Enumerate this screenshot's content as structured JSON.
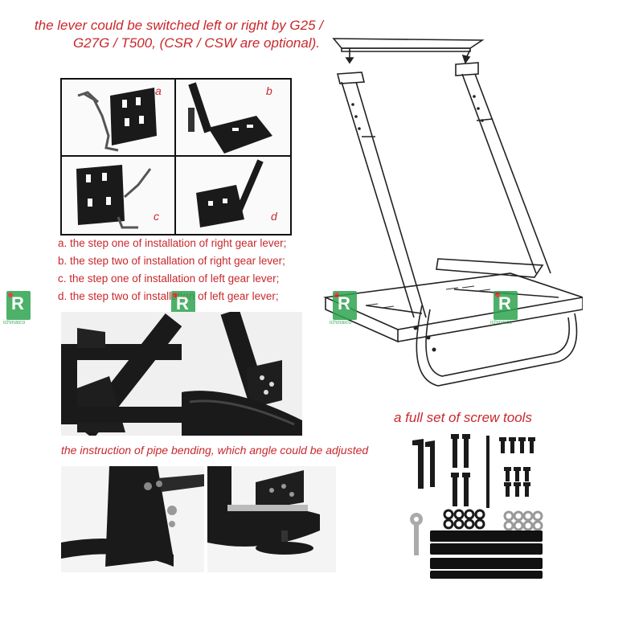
{
  "header": {
    "line1": "the lever could be switched left or right by G25 /",
    "line2": "G27G / T500, (CSR / CSW are optional)."
  },
  "panel_labels": [
    "a",
    "b",
    "c",
    "d"
  ],
  "steps": [
    "a. the step one of installation of right gear lever;",
    "b. the step two of installation of right gear lever;",
    "c. the step one of installation of left gear lever;",
    "d. the step two of installation of left gear lever;"
  ],
  "bend_caption": "the instruction of pipe bending, which angle could be adjusted",
  "screw_caption": "a full set of screw tools",
  "watermark": {
    "letter": "R",
    "text": "ichinaico"
  },
  "colors": {
    "caption_red": "#c8282c",
    "watermark_green": "#2fa44f",
    "frame_black": "#111111"
  }
}
